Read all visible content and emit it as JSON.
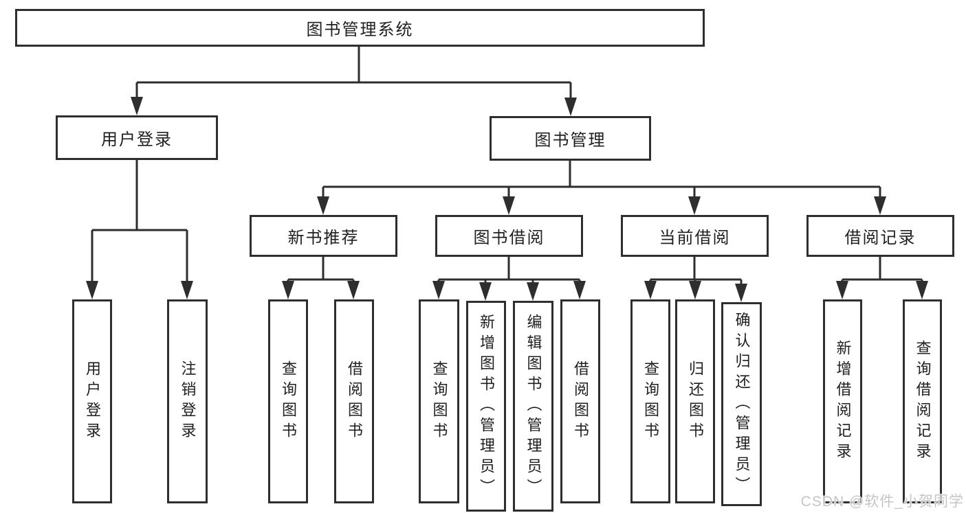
{
  "diagram": {
    "root_label": "图书管理系统",
    "level2": {
      "user_login": "用户登录",
      "book_management": "图书管理"
    },
    "level3": {
      "new_book_recommend": "新书推荐",
      "book_borrow": "图书借阅",
      "current_borrow": "当前借阅",
      "borrow_record": "借阅记录"
    },
    "leaves": {
      "user_login": [
        "用户登录",
        "注销登录"
      ],
      "new_book_recommend": [
        "查询图书",
        "借阅图书"
      ],
      "book_borrow": [
        "查询图书",
        "新增图书（管理员）",
        "编辑图书（管理员）",
        "借阅图书"
      ],
      "current_borrow": [
        "查询图书",
        "归还图书",
        "确认归还（管理员）"
      ],
      "borrow_record": [
        "新增借阅记录",
        "查询借阅记录"
      ]
    }
  },
  "watermark": "CSDN @软件_小贺同学",
  "colors": {
    "line": "#2e2e2e",
    "text": "#1f1f1f",
    "background": "#ffffff",
    "watermark": "#c5c5c5"
  }
}
